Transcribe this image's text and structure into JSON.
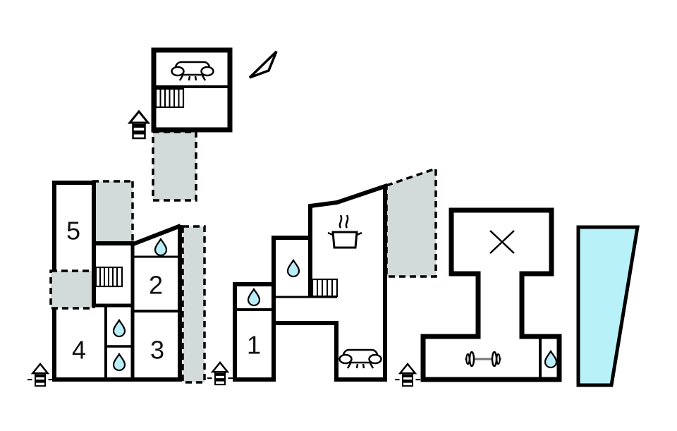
{
  "meta": {
    "type": "floor-plan",
    "description": "Holiday property floor plan with three houses, annex, gym building and swimming pool"
  },
  "colors": {
    "wall": "#000000",
    "terrace": "#d3dada",
    "terrace_light": "#e8eeec",
    "water": "#b9eef8",
    "pool": "#b9f1f8",
    "background": "#ffffff"
  },
  "rooms": [
    {
      "id": 1,
      "label": "1"
    },
    {
      "id": 2,
      "label": "2"
    },
    {
      "id": 3,
      "label": "3"
    },
    {
      "id": 4,
      "label": "4"
    },
    {
      "id": 5,
      "label": "5"
    }
  ],
  "icons": {
    "north_arrow": "north-arrow",
    "entrance": "entrance-arrow-icon",
    "stairs": "stairs-icon",
    "sofa": "sofa-icon",
    "kitchen": "cooking-pot-icon",
    "bathroom": "water-drop-icon",
    "fitness": "dumbbell-icon",
    "pool": "swimming-pool",
    "cross": "x-mark-icon"
  },
  "counts": {
    "entrances": 4,
    "staircases": 3,
    "sofas": 2,
    "water_drops": 6,
    "buildings": 4,
    "pools": 1
  }
}
